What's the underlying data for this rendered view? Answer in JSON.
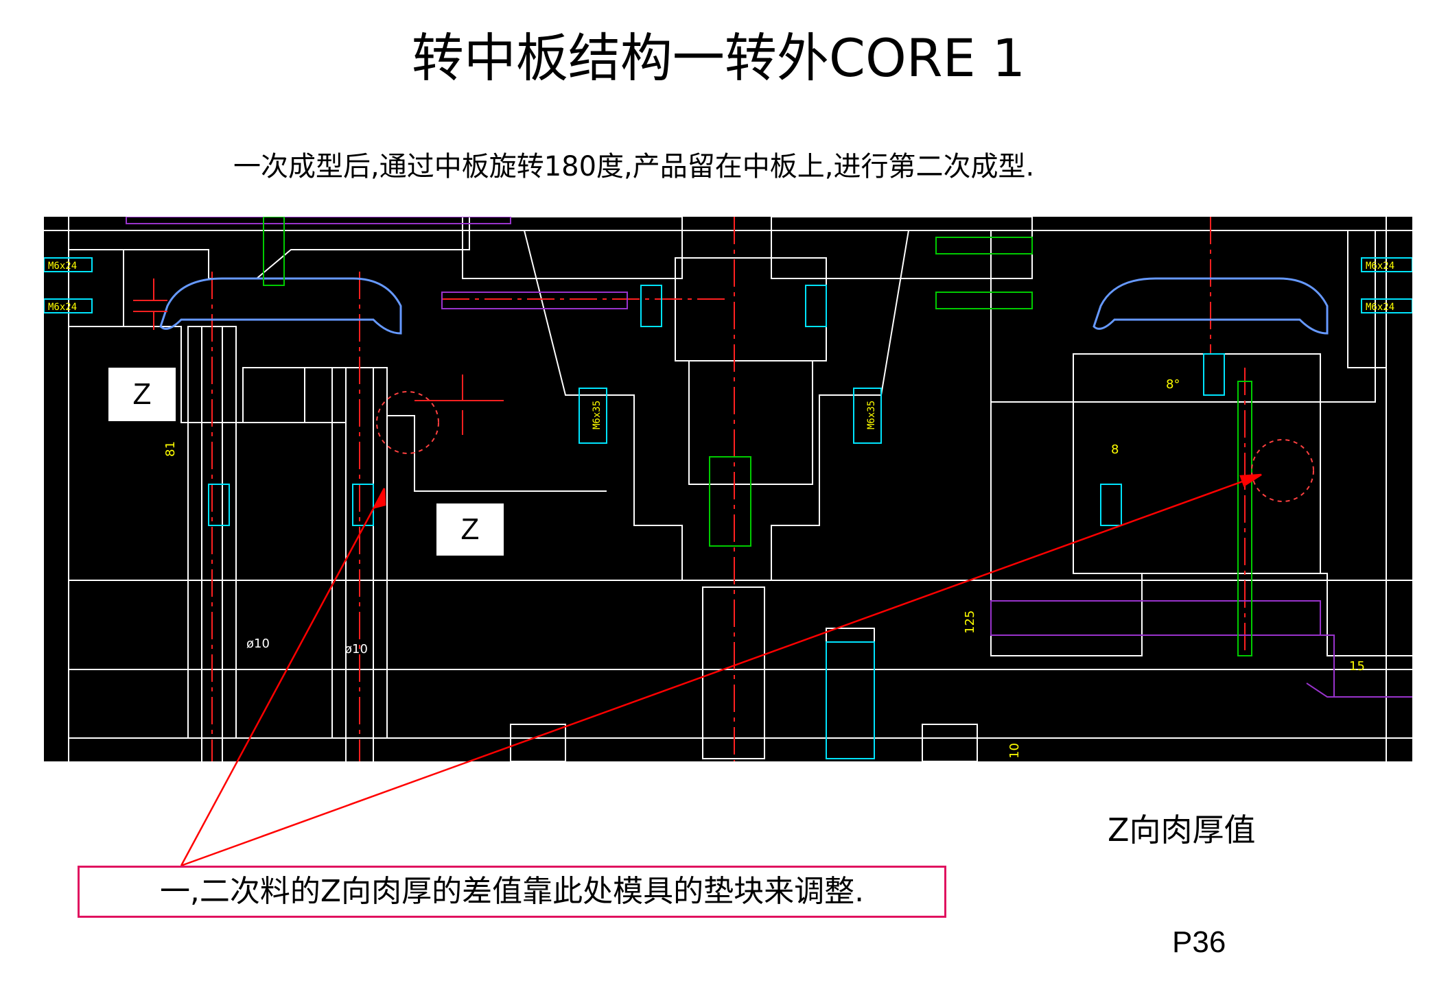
{
  "title": "转中板结构一转外CORE 1",
  "subtitle": "一次成型后,通过中板旋转180度,产品留在中板上,进行第二次成型.",
  "drawing": {
    "z_label_left": "Z",
    "z_label_center": "Z",
    "dim_8deg": "8°",
    "dim_phi10_a": "ø10",
    "dim_phi10_b": "ø10",
    "dim_125": "125",
    "dim_15": "15",
    "dim_10": "10",
    "dim_81": "81",
    "dim_8": "8"
  },
  "legend_label": "Z向肉厚值",
  "callout_text": "一,二次料的Z向肉厚的差值靠此处模具的垫块来调整.",
  "page_number": "P36",
  "colors": {
    "background": "#000000",
    "outline": "#ffffff",
    "centerline": "#ff2020",
    "screw": "#00e5ff",
    "screw_label": "#ffff00",
    "green": "#00cc00",
    "purple": "#9933cc",
    "part": "#6699ff",
    "callout_border": "#e0115f",
    "arrow": "#ff0000"
  }
}
